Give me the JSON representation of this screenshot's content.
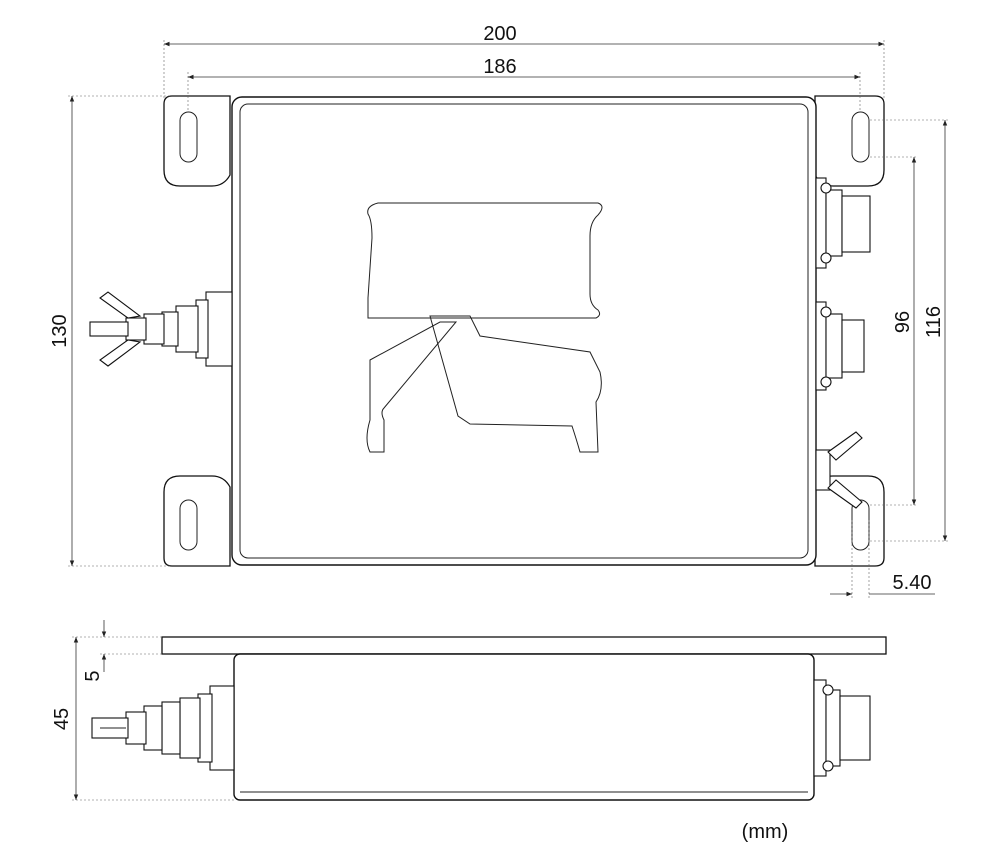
{
  "dimensions": {
    "overall_width": "200",
    "hole_spacing_width": "186",
    "overall_height": "130",
    "hole_spacing_height": "116",
    "connector_spacing": "96",
    "slot_offset": "5.40",
    "plate_thickness": "5",
    "overall_depth": "45"
  },
  "units_label": "(mm)"
}
